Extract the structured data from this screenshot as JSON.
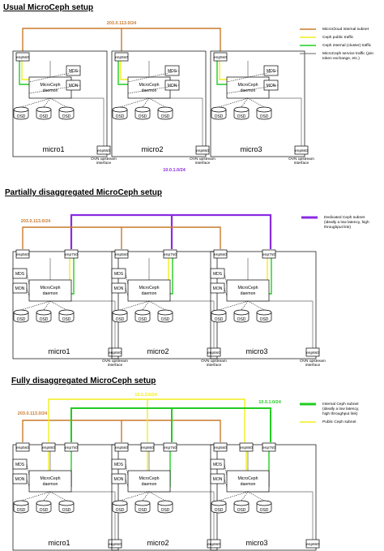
{
  "colors": {
    "orange": "#c87a2c",
    "yellow": "#f2ee1c",
    "green": "#22cc22",
    "purple": "#8a2be2",
    "gray": "#666666"
  },
  "common": {
    "mds": "MDS",
    "mon": "MON",
    "osd": "OSD",
    "daemon_line1": "MicroCeph",
    "daemon_line2": "daemon",
    "ovn_line1": "OVN upstream",
    "ovn_line2": "interface",
    "enp5s0": "enp5s0",
    "enp6s0": "enp6s0",
    "enp7s0": "enp7s0",
    "enp8s0": "enp8s0",
    "micro1": "micro1",
    "micro2": "micro2",
    "micro3": "micro3"
  },
  "section1": {
    "title": "Usual MicroCeph setup",
    "subnet_orange": "203.0.113.0/24",
    "subnet_purple": "10.0.1.0/24",
    "legend": [
      {
        "color": "orange",
        "lines": [
          "MicroCloud internal subnet"
        ]
      },
      {
        "color": "yellow",
        "lines": [
          "Ceph public traffic"
        ]
      },
      {
        "color": "green",
        "lines": [
          "Ceph internal (cluster) traffic"
        ]
      },
      {
        "color": "gray",
        "lines": [
          "MicroCeph service traffic (join",
          "token exchange, etc.)"
        ]
      }
    ]
  },
  "section2": {
    "title": "Partially disaggregated MicroCeph setup",
    "subnet_orange": "203.0.113.0/24",
    "legend": [
      {
        "color": "purple",
        "lines": [
          "Dedicated Ceph subnet",
          "(ideally a low latency, high",
          "throughput link)"
        ]
      }
    ]
  },
  "section3": {
    "title": "Fully disaggregated MicroCeph setup",
    "subnet_orange": "203.0.113.0/24",
    "subnet_yellow": "10.0.2.0/24",
    "subnet_green": "10.0.1.0/24",
    "legend": [
      {
        "color": "green",
        "lines": [
          "Internal Ceph subnet",
          "(ideally a low latency,",
          "high throughput link)"
        ]
      },
      {
        "color": "yellow",
        "lines": [
          "Public Ceph subnet"
        ]
      }
    ]
  }
}
